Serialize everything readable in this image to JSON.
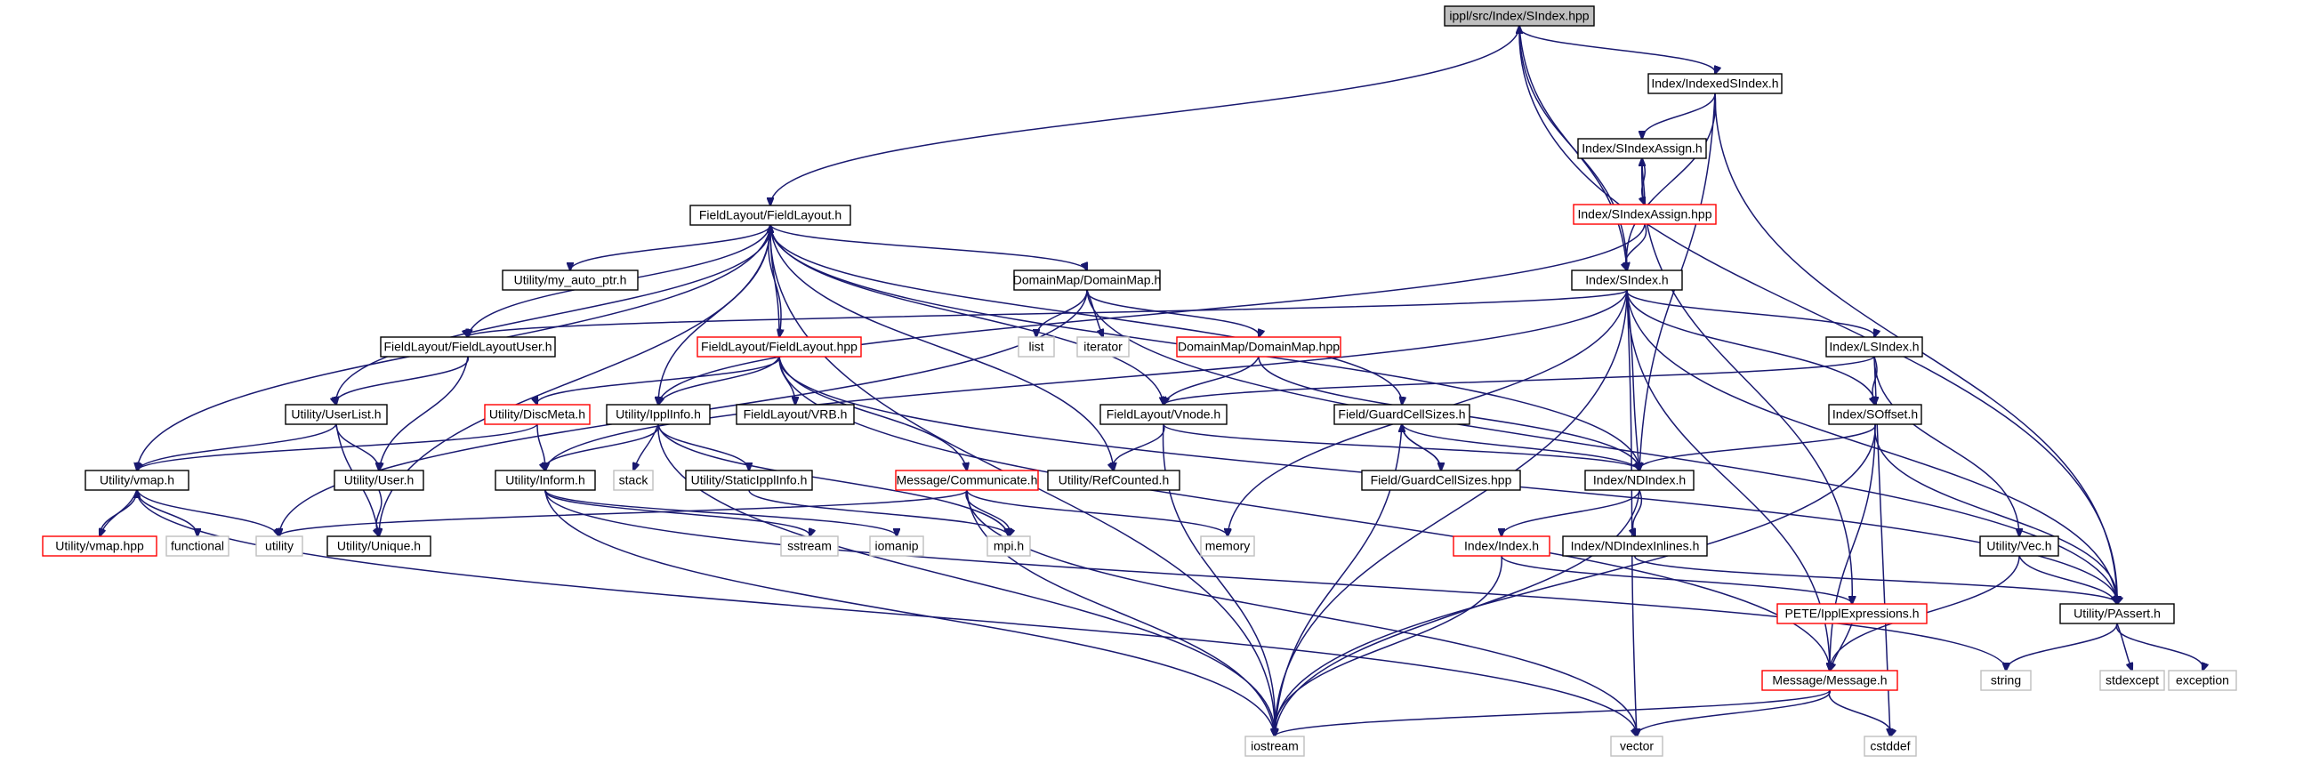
{
  "title": "ippl/src/Index/SIndex.hpp",
  "colors": {
    "edge": "#191970",
    "node_border_normal": "#000000",
    "node_border_incomplete": "#ff0000",
    "node_border_system": "#bfbfbf",
    "node_fill_root": "#bfbfbf",
    "node_fill": "#ffffff",
    "text": "#000000"
  },
  "nodes": [
    {
      "id": "root",
      "label": "ippl/src/Index/SIndex.hpp",
      "kind": "root"
    },
    {
      "id": "idxsindex",
      "label": "Index/IndexedSIndex.h",
      "kind": "normal"
    },
    {
      "id": "sindexassign_h",
      "label": "Index/SIndexAssign.h",
      "kind": "normal"
    },
    {
      "id": "sindexassign_hpp",
      "label": "Index/SIndexAssign.hpp",
      "kind": "incomplete"
    },
    {
      "id": "sindex_h",
      "label": "Index/SIndex.h",
      "kind": "normal"
    },
    {
      "id": "fieldlayout_h",
      "label": "FieldLayout/FieldLayout.h",
      "kind": "normal"
    },
    {
      "id": "my_auto_ptr",
      "label": "Utility/my_auto_ptr.h",
      "kind": "normal"
    },
    {
      "id": "domainmap_h",
      "label": "DomainMap/DomainMap.h",
      "kind": "normal"
    },
    {
      "id": "fieldlayoutuser",
      "label": "FieldLayout/FieldLayoutUser.h",
      "kind": "normal"
    },
    {
      "id": "fieldlayout_hpp",
      "label": "FieldLayout/FieldLayout.hpp",
      "kind": "incomplete"
    },
    {
      "id": "list",
      "label": "list",
      "kind": "system"
    },
    {
      "id": "iterator",
      "label": "iterator",
      "kind": "system"
    },
    {
      "id": "domainmap_hpp",
      "label": "DomainMap/DomainMap.hpp",
      "kind": "incomplete"
    },
    {
      "id": "lsindex",
      "label": "Index/LSIndex.h",
      "kind": "normal"
    },
    {
      "id": "userlist",
      "label": "Utility/UserList.h",
      "kind": "normal"
    },
    {
      "id": "discmeta",
      "label": "Utility/DiscMeta.h",
      "kind": "incomplete"
    },
    {
      "id": "ipplinfo",
      "label": "Utility/IpplInfo.h",
      "kind": "normal"
    },
    {
      "id": "vrb",
      "label": "FieldLayout/VRB.h",
      "kind": "normal"
    },
    {
      "id": "vnode",
      "label": "FieldLayout/Vnode.h",
      "kind": "normal"
    },
    {
      "id": "guardcellsizes_h",
      "label": "Field/GuardCellSizes.h",
      "kind": "normal"
    },
    {
      "id": "soffset",
      "label": "Index/SOffset.h",
      "kind": "normal"
    },
    {
      "id": "vmap_h",
      "label": "Utility/vmap.h",
      "kind": "normal"
    },
    {
      "id": "user",
      "label": "Utility/User.h",
      "kind": "normal"
    },
    {
      "id": "inform",
      "label": "Utility/Inform.h",
      "kind": "normal"
    },
    {
      "id": "stack",
      "label": "stack",
      "kind": "system"
    },
    {
      "id": "staticipplinfo",
      "label": "Utility/StaticIpplInfo.h",
      "kind": "normal"
    },
    {
      "id": "communicate",
      "label": "Message/Communicate.h",
      "kind": "incomplete"
    },
    {
      "id": "refcounted",
      "label": "Utility/RefCounted.h",
      "kind": "normal"
    },
    {
      "id": "guardcellsizes_hpp",
      "label": "Field/GuardCellSizes.hpp",
      "kind": "normal"
    },
    {
      "id": "ndindex",
      "label": "Index/NDIndex.h",
      "kind": "normal"
    },
    {
      "id": "vmap_hpp",
      "label": "Utility/vmap.hpp",
      "kind": "incomplete"
    },
    {
      "id": "functional",
      "label": "functional",
      "kind": "system"
    },
    {
      "id": "utility",
      "label": "utility",
      "kind": "system"
    },
    {
      "id": "unique",
      "label": "Utility/Unique.h",
      "kind": "normal"
    },
    {
      "id": "sstream",
      "label": "sstream",
      "kind": "system"
    },
    {
      "id": "iomanip",
      "label": "iomanip",
      "kind": "system"
    },
    {
      "id": "mpi",
      "label": "mpi.h",
      "kind": "system"
    },
    {
      "id": "memory",
      "label": "memory",
      "kind": "system"
    },
    {
      "id": "index_h",
      "label": "Index/Index.h",
      "kind": "incomplete"
    },
    {
      "id": "ndindexinlines",
      "label": "Index/NDIndexInlines.h",
      "kind": "normal"
    },
    {
      "id": "vec",
      "label": "Utility/Vec.h",
      "kind": "normal"
    },
    {
      "id": "pete",
      "label": "PETE/IpplExpressions.h",
      "kind": "incomplete"
    },
    {
      "id": "passert",
      "label": "Utility/PAssert.h",
      "kind": "normal"
    },
    {
      "id": "message",
      "label": "Message/Message.h",
      "kind": "incomplete"
    },
    {
      "id": "string",
      "label": "string",
      "kind": "system"
    },
    {
      "id": "stdexcept",
      "label": "stdexcept",
      "kind": "system"
    },
    {
      "id": "exception",
      "label": "exception",
      "kind": "system"
    },
    {
      "id": "iostream",
      "label": "iostream",
      "kind": "system"
    },
    {
      "id": "vector",
      "label": "vector",
      "kind": "system"
    },
    {
      "id": "cstddef",
      "label": "cstddef",
      "kind": "system"
    }
  ],
  "edges": [
    [
      "root",
      "idxsindex"
    ],
    [
      "root",
      "fieldlayout_h"
    ],
    [
      "root",
      "sindex_h"
    ],
    [
      "root",
      "passert"
    ],
    [
      "idxsindex",
      "sindexassign_h"
    ],
    [
      "idxsindex",
      "sindex_h"
    ],
    [
      "idxsindex",
      "ndindex"
    ],
    [
      "idxsindex",
      "passert"
    ],
    [
      "sindexassign_h",
      "sindexassign_hpp"
    ],
    [
      "sindexassign_h",
      "pete"
    ],
    [
      "sindexassign_hpp",
      "sindexassign_h"
    ],
    [
      "sindexassign_hpp",
      "sindex_h"
    ],
    [
      "sindexassign_hpp",
      "ipplinfo"
    ],
    [
      "sindex_h",
      "root"
    ],
    [
      "sindex_h",
      "fieldlayoutuser"
    ],
    [
      "sindex_h",
      "lsindex"
    ],
    [
      "sindex_h",
      "soffset"
    ],
    [
      "sindex_h",
      "ndindex"
    ],
    [
      "sindex_h",
      "inform"
    ],
    [
      "sindex_h",
      "iostream"
    ],
    [
      "sindex_h",
      "vector"
    ],
    [
      "sindex_h",
      "memory"
    ],
    [
      "sindex_h",
      "message"
    ],
    [
      "sindex_h",
      "passert"
    ],
    [
      "fieldlayout_h",
      "fieldlayoutuser"
    ],
    [
      "fieldlayout_h",
      "my_auto_ptr"
    ],
    [
      "fieldlayout_h",
      "domainmap_h"
    ],
    [
      "fieldlayout_h",
      "fieldlayout_hpp"
    ],
    [
      "fieldlayout_h",
      "ipplinfo"
    ],
    [
      "fieldlayout_h",
      "userlist"
    ],
    [
      "fieldlayout_h",
      "vmap_h"
    ],
    [
      "fieldlayout_h",
      "unique"
    ],
    [
      "fieldlayout_h",
      "vnode"
    ],
    [
      "fieldlayout_h",
      "guardcellsizes_h"
    ],
    [
      "fieldlayout_h",
      "ndindex"
    ],
    [
      "fieldlayout_h",
      "refcounted"
    ],
    [
      "fieldlayout_h",
      "iostream"
    ],
    [
      "domainmap_h",
      "list"
    ],
    [
      "domainmap_h",
      "iterator"
    ],
    [
      "domainmap_h",
      "domainmap_hpp"
    ],
    [
      "domainmap_h",
      "utility"
    ],
    [
      "domainmap_h",
      "passert"
    ],
    [
      "domainmap_hpp",
      "vnode"
    ],
    [
      "domainmap_hpp",
      "ndindex"
    ],
    [
      "fieldlayoutuser",
      "userlist"
    ],
    [
      "fieldlayoutuser",
      "user"
    ],
    [
      "fieldlayout_hpp",
      "fieldlayout_h"
    ],
    [
      "fieldlayout_hpp",
      "discmeta"
    ],
    [
      "fieldlayout_hpp",
      "ipplinfo"
    ],
    [
      "fieldlayout_hpp",
      "vrb"
    ],
    [
      "fieldlayout_hpp",
      "communicate"
    ],
    [
      "fieldlayout_hpp",
      "passert"
    ],
    [
      "fieldlayout_hpp",
      "message"
    ],
    [
      "lsindex",
      "soffset"
    ],
    [
      "lsindex",
      "vnode"
    ],
    [
      "lsindex",
      "vec"
    ],
    [
      "lsindex",
      "cstddef"
    ],
    [
      "userlist",
      "vmap_h"
    ],
    [
      "userlist",
      "user"
    ],
    [
      "userlist",
      "unique"
    ],
    [
      "discmeta",
      "vmap_h"
    ],
    [
      "discmeta",
      "inform"
    ],
    [
      "ipplinfo",
      "inform"
    ],
    [
      "ipplinfo",
      "stack"
    ],
    [
      "ipplinfo",
      "staticipplinfo"
    ],
    [
      "ipplinfo",
      "mpi"
    ],
    [
      "ipplinfo",
      "iostream"
    ],
    [
      "vnode",
      "ndindex"
    ],
    [
      "vnode",
      "refcounted"
    ],
    [
      "vnode",
      "iostream"
    ],
    [
      "guardcellsizes_h",
      "guardcellsizes_hpp"
    ],
    [
      "guardcellsizes_h",
      "ndindex"
    ],
    [
      "guardcellsizes_h",
      "iostream"
    ],
    [
      "guardcellsizes_hpp",
      "guardcellsizes_h"
    ],
    [
      "soffset",
      "ndindex"
    ],
    [
      "soffset",
      "passert"
    ],
    [
      "soffset",
      "message"
    ],
    [
      "soffset",
      "iostream"
    ],
    [
      "vmap_h",
      "vmap_hpp"
    ],
    [
      "vmap_h",
      "functional"
    ],
    [
      "vmap_h",
      "utility"
    ],
    [
      "vmap_h",
      "vector"
    ],
    [
      "vmap_hpp",
      "vmap_h"
    ],
    [
      "user",
      "unique"
    ],
    [
      "inform",
      "sstream"
    ],
    [
      "inform",
      "iomanip"
    ],
    [
      "inform",
      "iostream"
    ],
    [
      "inform",
      "string"
    ],
    [
      "staticipplinfo",
      "mpi"
    ],
    [
      "communicate",
      "utility"
    ],
    [
      "communicate",
      "mpi"
    ],
    [
      "communicate",
      "memory"
    ],
    [
      "communicate",
      "iostream"
    ],
    [
      "communicate",
      "vector"
    ],
    [
      "ndindex",
      "index_h"
    ],
    [
      "ndindex",
      "ndindexinlines"
    ],
    [
      "ndindex",
      "iostream"
    ],
    [
      "index_h",
      "pete"
    ],
    [
      "index_h",
      "iostream"
    ],
    [
      "ndindexinlines",
      "passert"
    ],
    [
      "vec",
      "message"
    ],
    [
      "vec",
      "passert"
    ],
    [
      "pete",
      "message"
    ],
    [
      "passert",
      "string"
    ],
    [
      "passert",
      "stdexcept"
    ],
    [
      "passert",
      "exception"
    ],
    [
      "message",
      "iostream"
    ],
    [
      "message",
      "vector"
    ],
    [
      "message",
      "cstddef"
    ]
  ]
}
